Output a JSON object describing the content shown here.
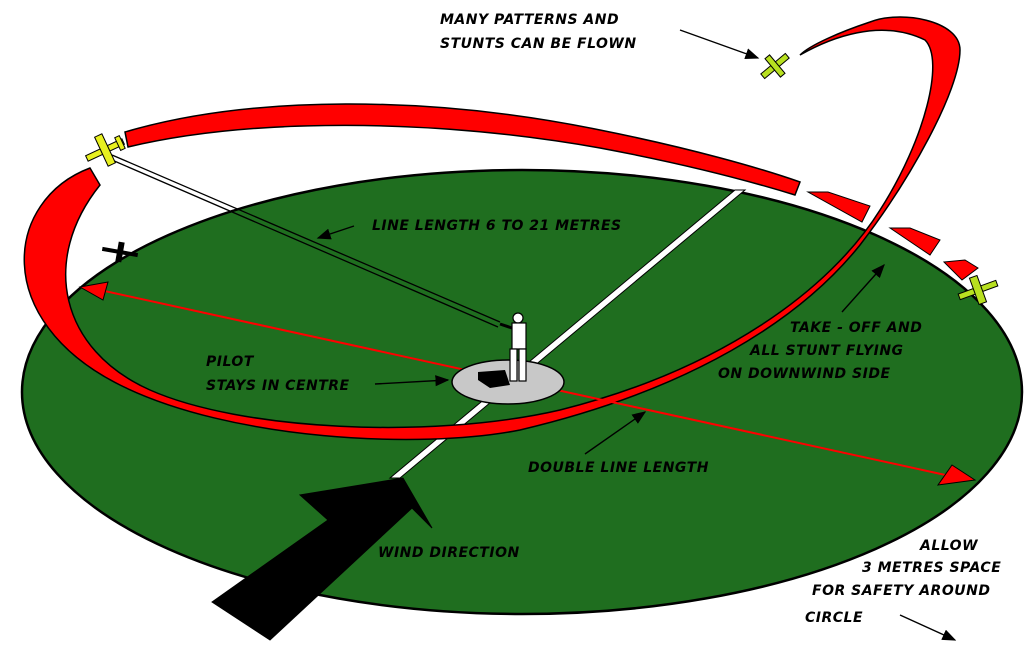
{
  "labels": {
    "patterns_line1": "MANY  PATTERNS  AND",
    "patterns_line2": "STUNTS  CAN  BE  FLOWN",
    "line_length": "LINE LENGTH 6 TO 21 METRES",
    "pilot_line1": "PILOT",
    "pilot_line2": "STAYS IN CENTRE",
    "takeoff_line1": "TAKE - OFF  AND",
    "takeoff_line2": "ALL STUNT  FLYING",
    "takeoff_line3": "ON  DOWNWIND  SIDE",
    "double_line": "DOUBLE  LINE  LENGTH",
    "wind": "WIND DIRECTION",
    "allow_line1": "ALLOW",
    "allow_line2": "3 METRES SPACE",
    "allow_line3": "FOR SAFETY AROUND",
    "allow_line4": "CIRCLE"
  },
  "colors": {
    "field": "#1f6e1f",
    "field_edge": "#000000",
    "flight_path": "#ff0000",
    "pilot_area": "#c8c8c8",
    "aircraft_yellow": "#e8f020",
    "text": "#000000",
    "wind_arrow": "#000000"
  },
  "icons": {
    "aircraft": "model-plane-icon",
    "pilot": "pilot-figure-icon",
    "wind": "wind-arrow-icon"
  }
}
